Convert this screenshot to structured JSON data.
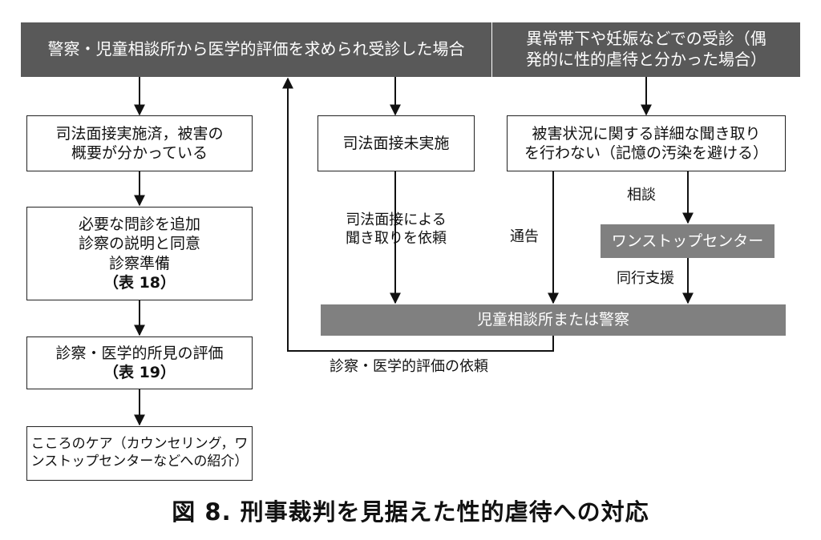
{
  "nodes": {
    "top_left": "警察・児童相談所から医学的評価を求められ受診した場合",
    "top_right": [
      "異常帯下や妊娠などでの受診（偶",
      "発的に性的虐待と分かった場合）"
    ],
    "interview_done": [
      "司法面接実施済，被害の",
      "概要が分かっている"
    ],
    "interview_not_done": "司法面接未実施",
    "no_detailed_hearing": [
      "被害状況に関する詳細な聞き取り",
      "を行わない（記憶の汚染を避ける）"
    ],
    "additional_exam": [
      "必要な問診を追加",
      "診察の説明と同意",
      "診察準備"
    ],
    "additional_exam_ref": "（表 18）",
    "one_stop_center": "ワンストップセンター",
    "exam_eval": "診察・医学的所見の評価",
    "exam_eval_ref": "（表 19）",
    "child_center_police": "児童相談所または警察",
    "care": [
      "こころのケア（カウンセリング，ワ",
      "ンストップセンターなどへの紹介）"
    ]
  },
  "edge_labels": {
    "request_hearing": [
      "司法面接による",
      "聞き取りを依頼"
    ],
    "notify": "通告",
    "consult": "相談",
    "accompany": "同行支援",
    "request_exam": "診察・医学的評価の依頼"
  },
  "caption": "図 8.  刑事裁判を見据えた性的虐待への対応"
}
